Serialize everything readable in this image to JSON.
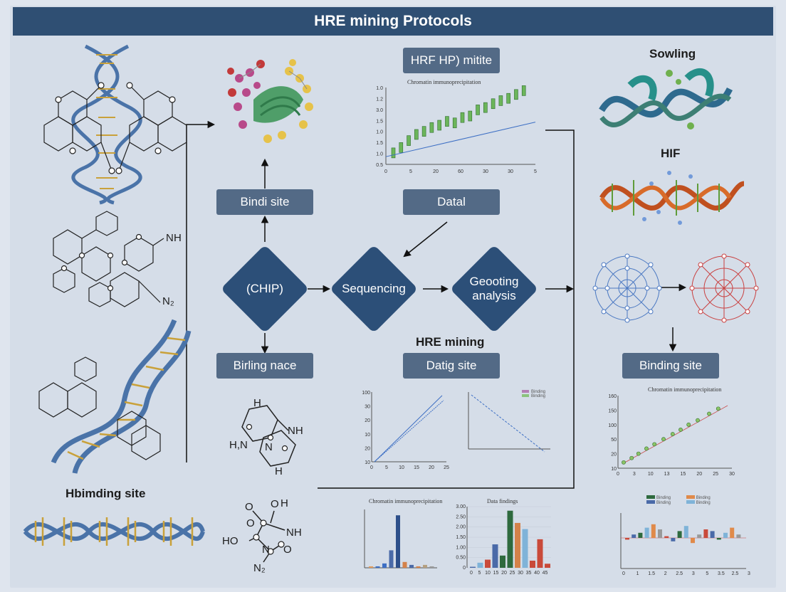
{
  "header": {
    "title": "HRE mining Protocols"
  },
  "flow": {
    "top_box": "HRF HP) mitite",
    "bindi_box": "Bindi site",
    "datal_box": "Datal",
    "chip_node": "(CHIP)",
    "sequencing_node": "Sequencing",
    "geooting_node": "Geooting analysis",
    "birling_box": "Birling nace",
    "datig_box": "Datig site",
    "hre_mining_label": "HRE mining"
  },
  "left": {
    "hbimding_label": "Hbimding site",
    "mol1_nh": "N",
    "mol1_h": "H",
    "mol1_n2": "N₂",
    "mol2_h": "H",
    "mol2_nh": "NH",
    "mol2_h2n": "H,N",
    "mol2_n": "N",
    "mol2_h_bottom": "H",
    "mol3_o1": "O",
    "mol3_o2": "O",
    "mol3_h": "H",
    "mol3_nh": "NH",
    "mol3_ho": "HO",
    "mol3_n": "N",
    "mol3_o3": "O",
    "mol3_o4": "O",
    "mol3_n2": "N₂"
  },
  "right": {
    "sowling_label": "Sowling",
    "hif_label": "HIF",
    "binding_box": "Binding site"
  },
  "charts": {
    "top_title": "Chromatin immunoprecipitation",
    "right_title": "Chromatin immunoprecipitation",
    "bottom_left_title": "Chromatin immunoprecipitation",
    "bottom_mid_title": "Data findings",
    "legend_b": [
      "Binding",
      "Binding"
    ],
    "legend_r": [
      "Binding",
      "Binding",
      "Binding",
      "Binding"
    ]
  },
  "chart_data": [
    {
      "type": "scatter",
      "title": "Chromatin immunoprecipitation",
      "x_ticks": [
        "0",
        "5",
        "20",
        "60",
        "30",
        "30",
        "5"
      ],
      "y_ticks": [
        "1.0",
        "1.2",
        "3.0",
        "1.5",
        "1.0",
        "1.5",
        "1.0",
        "0.5"
      ],
      "bars": [
        14,
        21,
        30,
        38,
        42,
        47,
        50,
        55,
        53,
        60,
        62,
        70,
        73,
        78,
        82,
        85,
        90,
        95
      ],
      "trend": [
        [
          0,
          10
        ],
        [
          100,
          55
        ]
      ]
    },
    {
      "type": "line",
      "x_ticks": [
        "0",
        "5",
        "10",
        "15",
        "20",
        "25"
      ],
      "y_ticks": [
        "100",
        "30",
        "20",
        "10",
        "20",
        "10"
      ],
      "series": [
        {
          "values": [
            0,
            95
          ]
        },
        {
          "values": [
            0,
            88
          ]
        }
      ]
    },
    {
      "type": "line",
      "series": [
        {
          "values": [
            95,
            0
          ]
        }
      ]
    },
    {
      "type": "scatter",
      "title": "Chromatin immunoprecipitation",
      "x_ticks": [
        "0",
        "3",
        "10",
        "13",
        "15",
        "20",
        "25",
        "30"
      ],
      "y_ticks": [
        "160",
        "150",
        "100",
        "50",
        "20",
        "10"
      ],
      "points": [
        [
          5,
          8
        ],
        [
          12,
          14
        ],
        [
          18,
          20
        ],
        [
          25,
          27
        ],
        [
          32,
          33
        ],
        [
          40,
          40
        ],
        [
          48,
          47
        ],
        [
          55,
          53
        ],
        [
          62,
          60
        ],
        [
          70,
          66
        ],
        [
          80,
          75
        ],
        [
          88,
          82
        ]
      ]
    },
    {
      "type": "bar",
      "title": "Chromatin immunoprecipitation",
      "values": [
        1,
        1,
        3,
        12,
        36,
        4,
        2,
        1,
        2,
        1
      ]
    },
    {
      "type": "bar",
      "title": "Data findings",
      "y_ticks": [
        "3.00",
        "2.50",
        "2.00",
        "1.50",
        "1.00",
        "0.50",
        "0"
      ],
      "x_ticks": [
        "0",
        "5",
        "10",
        "15",
        "20",
        "25",
        "30",
        "35",
        "40",
        "45"
      ],
      "values": [
        0.05,
        0.25,
        0.4,
        1.15,
        0.6,
        2.8,
        2.2,
        1.9,
        0.35,
        1.4,
        0.2
      ]
    },
    {
      "type": "bar",
      "x_ticks": [
        "0",
        "1",
        "1.5",
        "2",
        "2.5",
        "3",
        "5",
        "3.5",
        "2.5",
        "3"
      ],
      "values": [
        -1,
        2,
        3,
        6,
        8,
        5,
        1,
        -2,
        4,
        7,
        -3,
        2,
        5,
        4,
        -1,
        3,
        6,
        2
      ]
    }
  ]
}
